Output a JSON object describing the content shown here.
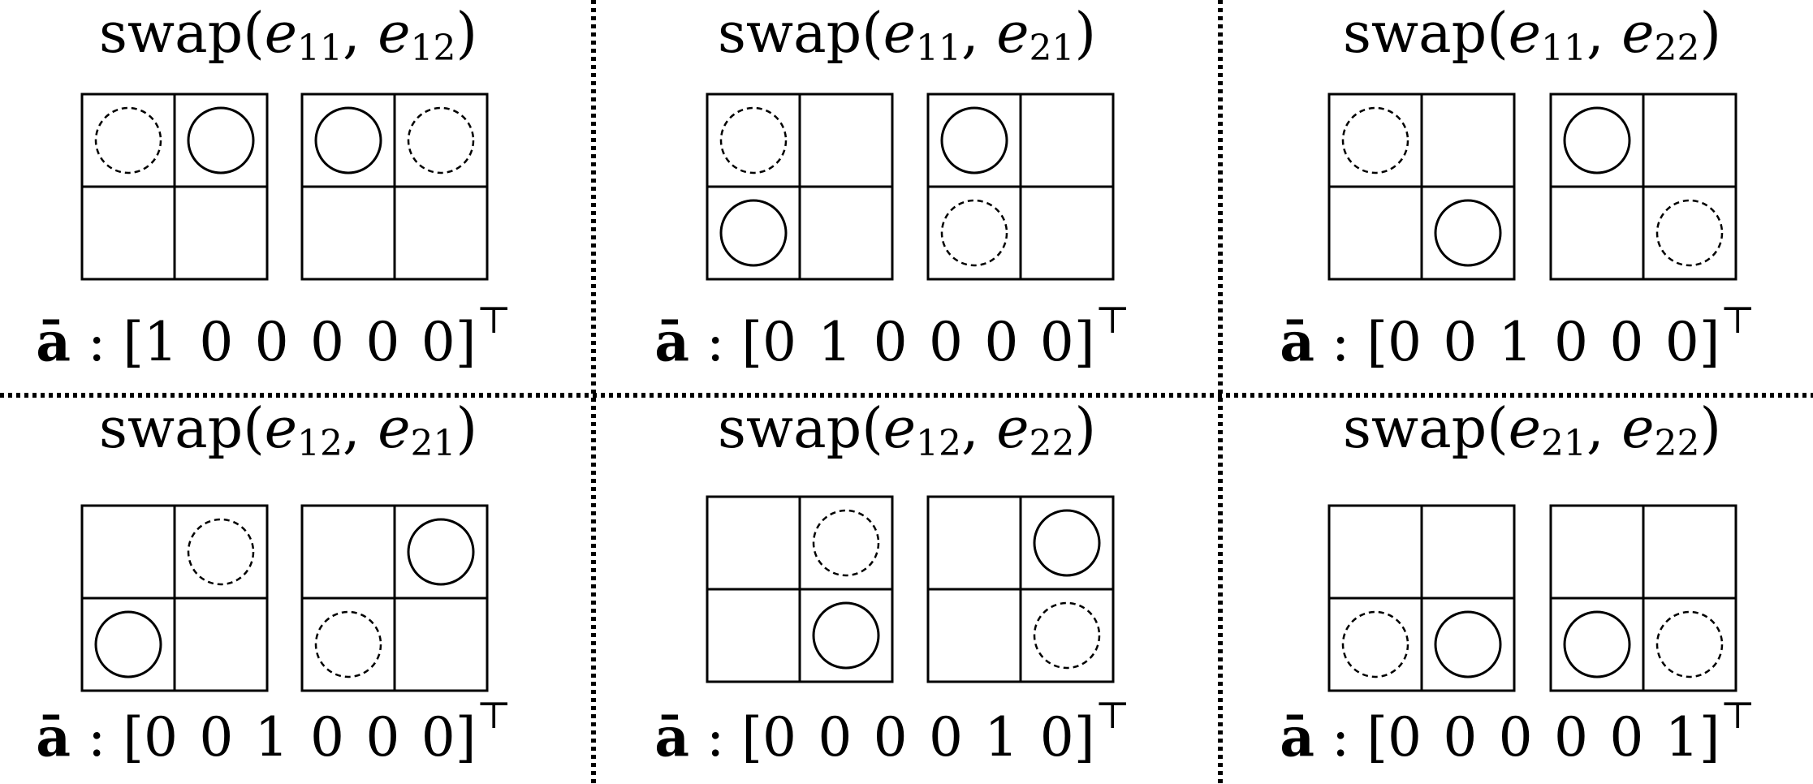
{
  "label_prefix": "ā",
  "label_separator": ":",
  "transpose_symbol": "⊤",
  "swap_word": "swap",
  "panels": [
    {
      "title_i": "11",
      "title_j": "12",
      "vector": [
        "1",
        "0",
        "0",
        "0",
        "0",
        "0"
      ],
      "grids": [
        {
          "cells": [
            "dashed",
            "solid",
            "empty",
            "empty"
          ]
        },
        {
          "cells": [
            "solid",
            "dashed",
            "empty",
            "empty"
          ]
        }
      ]
    },
    {
      "title_i": "11",
      "title_j": "21",
      "vector": [
        "0",
        "1",
        "0",
        "0",
        "0",
        "0"
      ],
      "grids": [
        {
          "cells": [
            "dashed",
            "empty",
            "solid",
            "empty"
          ]
        },
        {
          "cells": [
            "solid",
            "empty",
            "dashed",
            "empty"
          ]
        }
      ]
    },
    {
      "title_i": "11",
      "title_j": "22",
      "vector": [
        "0",
        "0",
        "1",
        "0",
        "0",
        "0"
      ],
      "grids": [
        {
          "cells": [
            "dashed",
            "empty",
            "empty",
            "solid"
          ]
        },
        {
          "cells": [
            "solid",
            "empty",
            "empty",
            "dashed"
          ]
        }
      ]
    },
    {
      "title_i": "12",
      "title_j": "21",
      "vector": [
        "0",
        "0",
        "1",
        "0",
        "0",
        "0"
      ],
      "grids": [
        {
          "cells": [
            "empty",
            "dashed",
            "solid",
            "empty"
          ]
        },
        {
          "cells": [
            "empty",
            "solid",
            "dashed",
            "empty"
          ]
        }
      ]
    },
    {
      "title_i": "12",
      "title_j": "22",
      "vector": [
        "0",
        "0",
        "0",
        "0",
        "1",
        "0"
      ],
      "grids": [
        {
          "cells": [
            "empty",
            "dashed",
            "empty",
            "solid"
          ]
        },
        {
          "cells": [
            "empty",
            "solid",
            "empty",
            "dashed"
          ]
        }
      ]
    },
    {
      "title_i": "21",
      "title_j": "22",
      "vector": [
        "0",
        "0",
        "0",
        "0",
        "0",
        "1"
      ],
      "grids": [
        {
          "cells": [
            "empty",
            "empty",
            "dashed",
            "solid"
          ]
        },
        {
          "cells": [
            "empty",
            "empty",
            "solid",
            "dashed"
          ]
        }
      ]
    }
  ],
  "colors": {
    "ink": "#000000",
    "background": "#ffffff"
  }
}
